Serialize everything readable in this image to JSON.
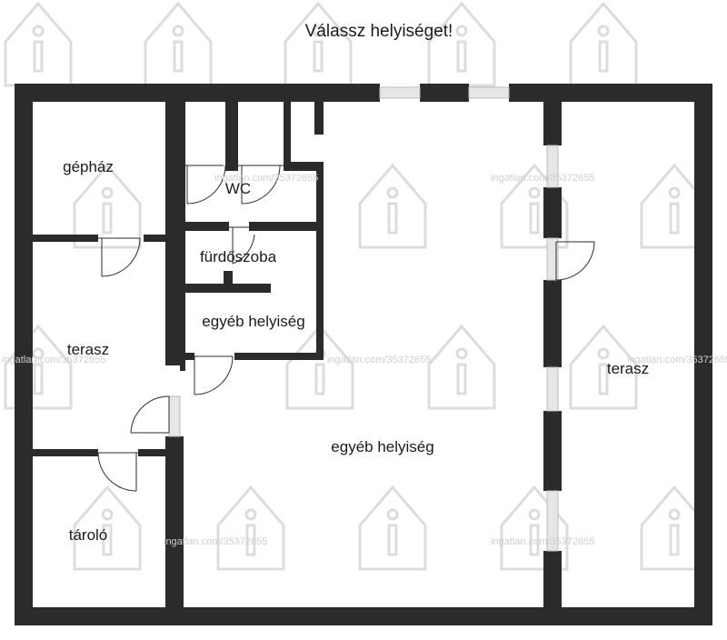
{
  "header": {
    "title": "Válassz helyiséget!"
  },
  "rooms": {
    "gephaz": "gépház",
    "wc": "WC",
    "furdoszoba": "fürdőszoba",
    "egyeb_small": "egyéb helyiség",
    "terasz_left": "terasz",
    "egyeb_main": "egyéb helyiség",
    "terasz_right": "terasz",
    "tarolo": "tároló"
  },
  "watermark": {
    "text": "ingatlan.com/35372655",
    "icon": "info-house-icon"
  },
  "colors": {
    "wall": "#2b2b2b",
    "window": "#e6e6e6",
    "room": "#ffffff",
    "watermark": "#d6d6d6"
  }
}
